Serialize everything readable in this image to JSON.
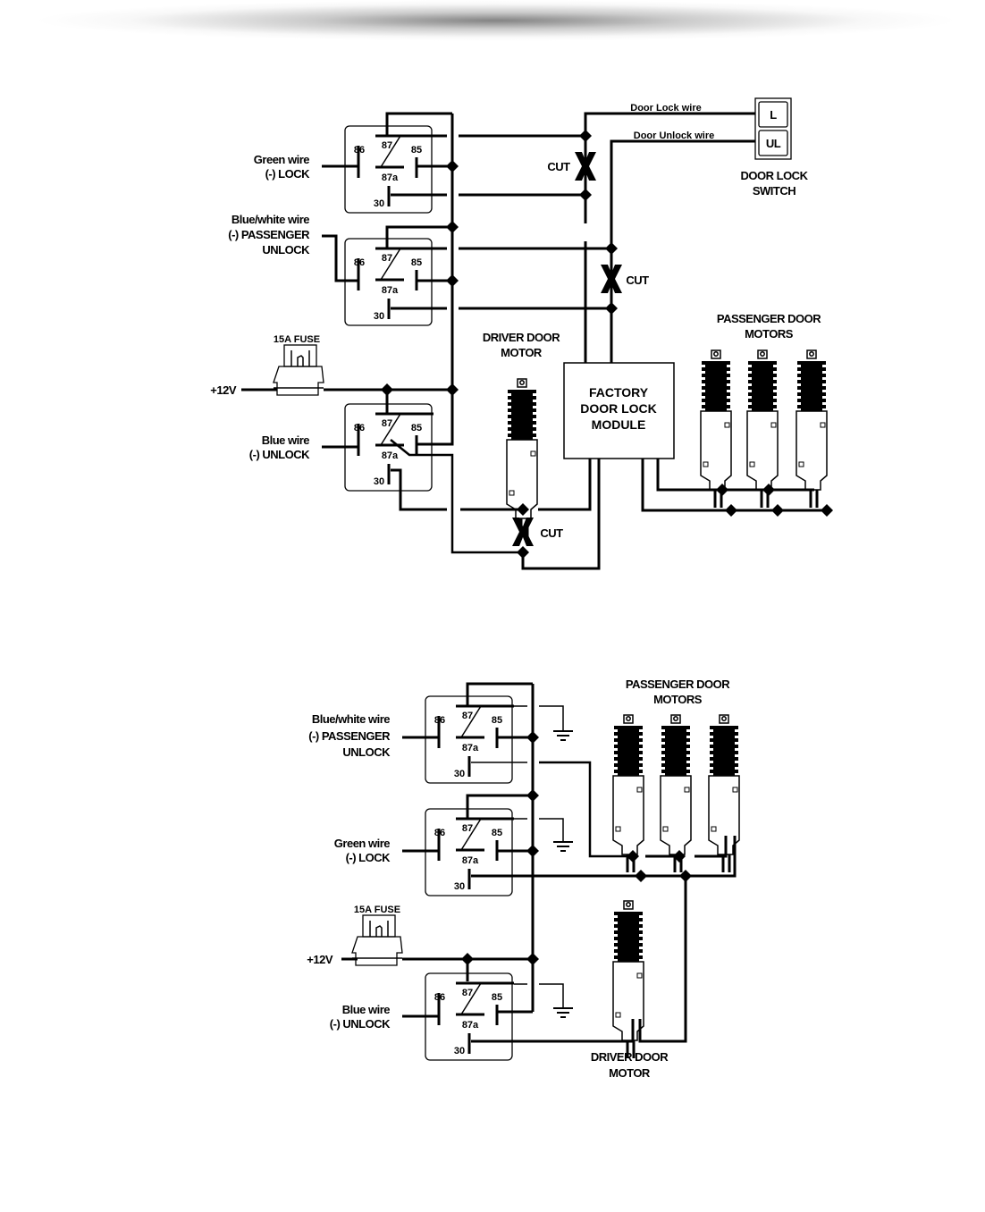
{
  "header": {
    "decoration": "gray-gradient-shadow"
  },
  "diagram_top": {
    "title": "",
    "relays": [
      {
        "id": "lock",
        "wire_label": [
          "Green wire",
          "(-) LOCK"
        ],
        "pins": [
          "86",
          "87",
          "85",
          "87a",
          "30"
        ]
      },
      {
        "id": "passenger-unlock",
        "wire_label": [
          "Blue/white wire",
          "(-) PASSENGER",
          "UNLOCK"
        ],
        "pins": [
          "86",
          "87",
          "85",
          "87a",
          "30"
        ]
      },
      {
        "id": "unlock",
        "wire_label": [
          "Blue wire",
          "(-) UNLOCK"
        ],
        "pins": [
          "86",
          "87",
          "85",
          "87a",
          "30"
        ]
      }
    ],
    "fuse_label": "15A FUSE",
    "power_label": "+12V",
    "door_lock_wire": "Door Lock wire",
    "door_unlock_wire": "Door Unlock wire",
    "switch": {
      "buttons": [
        "L",
        "UL"
      ],
      "label": [
        "DOOR LOCK",
        "SWITCH"
      ]
    },
    "cut_label": "CUT",
    "driver_motor_label": [
      "DRIVER DOOR",
      "MOTOR"
    ],
    "module_label": [
      "FACTORY",
      "DOOR LOCK",
      "MODULE"
    ],
    "passenger_motors_label": [
      "PASSENGER DOOR",
      "MOTORS"
    ]
  },
  "diagram_bottom": {
    "relays": [
      {
        "id": "passenger-unlock",
        "wire_label": [
          "Blue/white wire",
          "(-) PASSENGER",
          "UNLOCK"
        ],
        "pins": [
          "86",
          "87",
          "85",
          "87a",
          "30"
        ]
      },
      {
        "id": "lock",
        "wire_label": [
          "Green wire",
          "(-) LOCK"
        ],
        "pins": [
          "86",
          "87",
          "85",
          "87a",
          "30"
        ]
      },
      {
        "id": "unlock",
        "wire_label": [
          "Blue wire",
          "(-) UNLOCK"
        ],
        "pins": [
          "86",
          "87",
          "85",
          "87a",
          "30"
        ]
      }
    ],
    "fuse_label": "15A FUSE",
    "power_label": "+12V",
    "passenger_motors_label": [
      "PASSENGER DOOR",
      "MOTORS"
    ],
    "driver_motor_label": [
      "DRIVER DOOR",
      "MOTOR"
    ]
  }
}
